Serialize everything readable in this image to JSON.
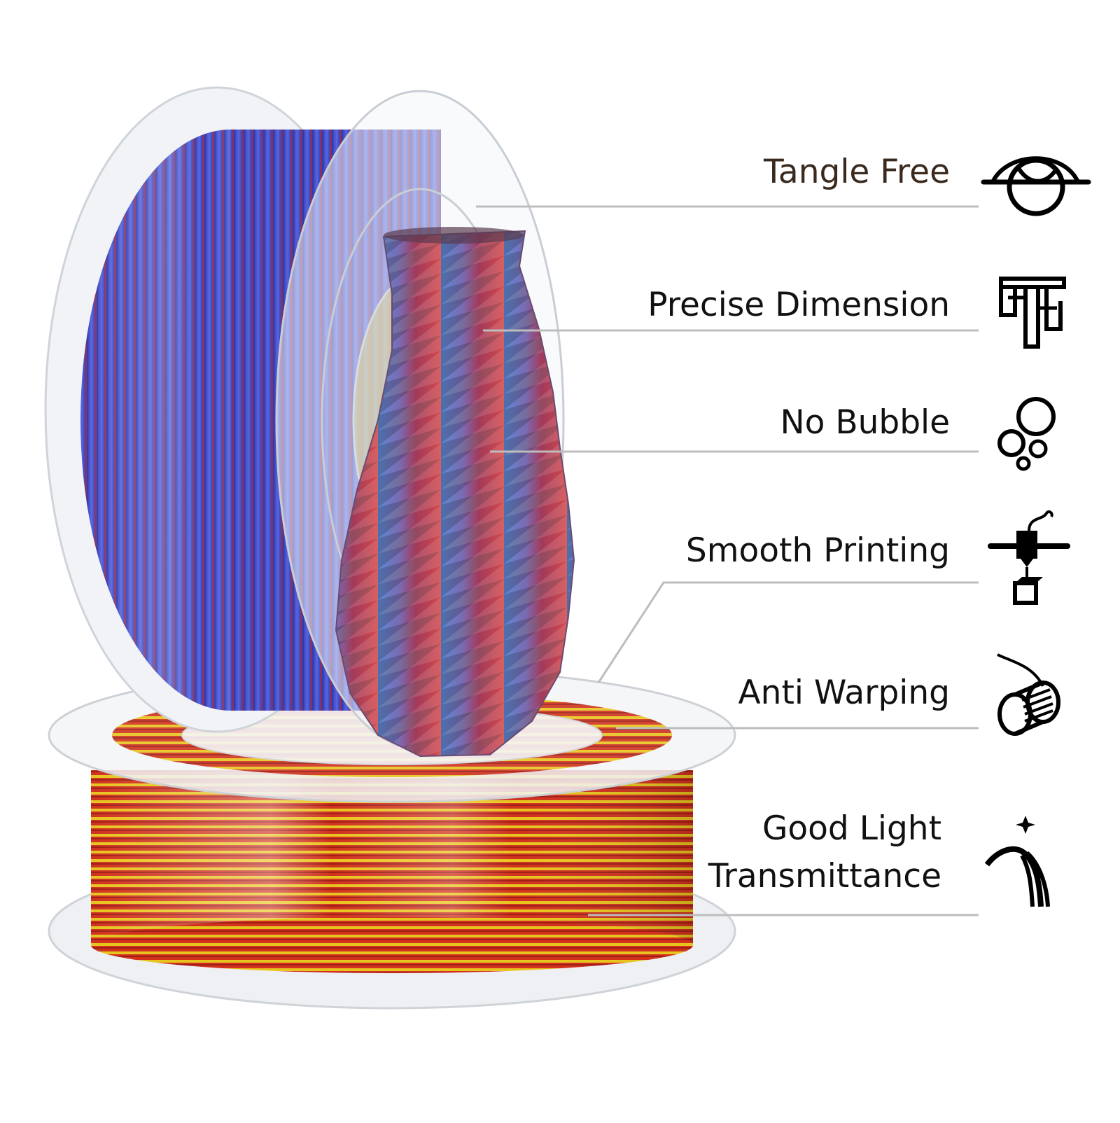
{
  "features": [
    {
      "label": "Tangle Free",
      "icon": "tangle-free-icon",
      "color": "#3a2a1e"
    },
    {
      "label": "Precise Dimension",
      "icon": "caliper-icon"
    },
    {
      "label": "No Bubble",
      "icon": "bubbles-icon"
    },
    {
      "label": "Smooth Printing",
      "icon": "printer-nozzle-icon"
    },
    {
      "label": "Anti Warping",
      "icon": "filament-coil-icon"
    },
    {
      "label": "Good Light\nTransmittance",
      "icon": "light-spark-icon"
    }
  ],
  "colors": {
    "top_spool_filament": [
      "#3f4fc8",
      "#8a2a5a",
      "#c43a3a"
    ],
    "bottom_spool_filament": [
      "#c8281e",
      "#e8c81e",
      "#f0b41e"
    ],
    "vase_gradient": [
      "#5a8ad0",
      "#8a5a90",
      "#c8414a"
    ]
  }
}
